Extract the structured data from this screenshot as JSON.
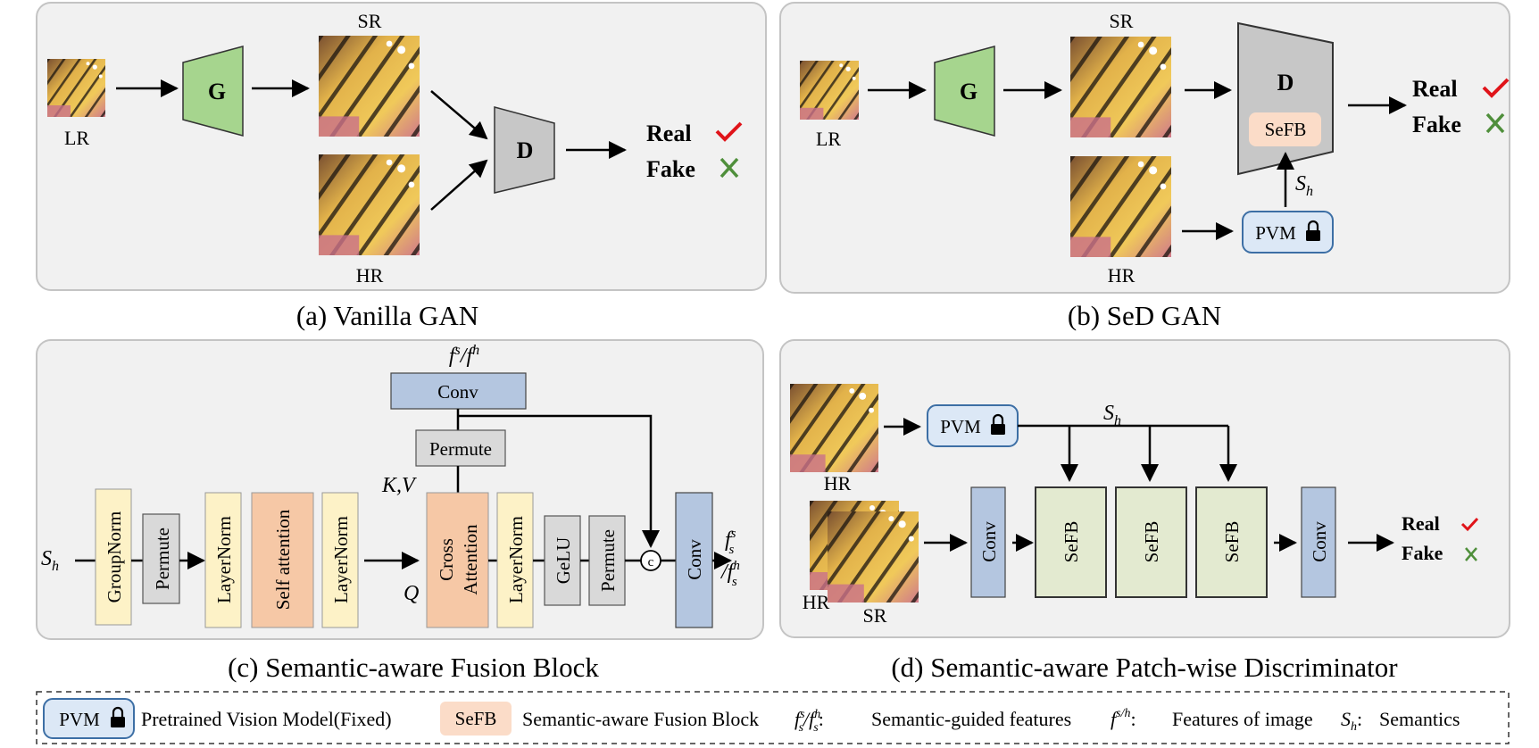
{
  "panels": {
    "a": {
      "caption": "(a) Vanilla GAN",
      "lr": "LR",
      "sr": "SR",
      "hr": "HR",
      "g": "G",
      "d": "D",
      "real": "Real",
      "fake": "Fake"
    },
    "b": {
      "caption": "(b) SeD GAN",
      "lr": "LR",
      "sr": "SR",
      "hr": "HR",
      "g": "G",
      "d": "D",
      "sefb": "SeFB",
      "sh": "S",
      "sh_sub": "h",
      "pvm": "PVM",
      "real": "Real",
      "fake": "Fake"
    },
    "c": {
      "caption": "(c) Semantic-aware Fusion Block",
      "input": "S",
      "input_sub": "h",
      "groupnorm": "GroupNorm",
      "permute1": "Permute",
      "layernorm1": "LayerNorm",
      "self_attention": "Self attention",
      "layernorm2": "LayerNorm",
      "q": "Q",
      "kv": "K,V",
      "cross_attention_1": "Cross",
      "cross_attention_2": "Attention",
      "layernorm3": "LayerNorm",
      "gelu": "GeLU",
      "permute2": "Permute",
      "concat": "c",
      "conv_out": "Conv",
      "conv_top": "Conv",
      "permute_top": "Permute",
      "top_label": "f",
      "top_label_sup1": "s",
      "top_label_mid": "/f",
      "top_label_sup2": "h",
      "out_f1": "f",
      "out_f1_sub": "s",
      "out_f1_sup": "s",
      "out_f2": "/f",
      "out_f2_sub": "s",
      "out_f2_sup": "h"
    },
    "d": {
      "caption": "(d) Semantic-aware Patch-wise Discriminator",
      "hr": "HR",
      "hr2": "HR",
      "sr": "SR",
      "pvm": "PVM",
      "sh": "S",
      "sh_sub": "h",
      "conv1": "Conv",
      "sefb1": "SeFB",
      "sefb2": "SeFB",
      "sefb3": "SeFB",
      "conv2": "Conv",
      "real": "Real",
      "fake": "Fake"
    }
  },
  "legend": {
    "pvm": "PVM",
    "pvm_desc": "Pretrained Vision Model(Fixed)",
    "sefb": "SeFB",
    "sefb_desc": "Semantic-aware Fusion Block",
    "fs_label": "f",
    "fs_sub": "s",
    "fs_sup": "s",
    "fs_mid": "/f",
    "fh_sub": "s",
    "fh_sup": "h",
    "fs_colon": ":",
    "fs_desc": "Semantic-guided features",
    "fsh_label": "f",
    "fsh_sup": "s/h",
    "fsh_colon": ":",
    "fsh_desc": "Features of image",
    "sh_label": "S",
    "sh_sub": "h",
    "sh_colon": ":",
    "sh_desc": "Semantics"
  },
  "colors": {
    "panel_bg": "#f1f1f1",
    "panel_border": "#c4c4c4",
    "generator": "#a6d58e",
    "discriminator": "#c7c7c7",
    "sefb_fill": "#fbdcc8",
    "pvm_fill": "#dce8f6",
    "pvm_border": "#3d6fa5",
    "norm_yellow": "#fdf2c7",
    "attention_orange": "#f6c8a6",
    "conv_blue": "#b4c6e0",
    "permute_gray": "#d9d9d9",
    "sefb_green": "#e3ead0",
    "check_red": "#e0141a",
    "cross_green": "#4f8f3b"
  }
}
